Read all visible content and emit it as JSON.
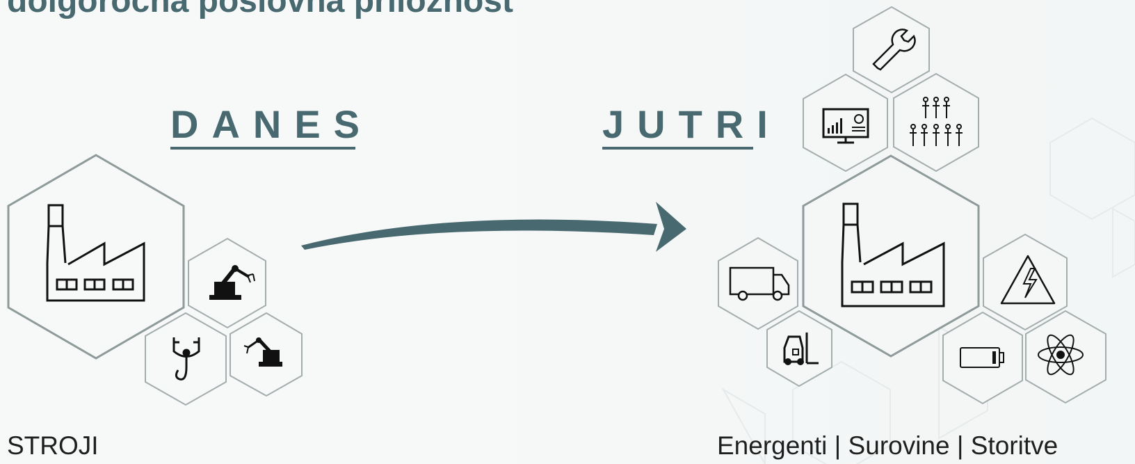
{
  "headline": "dolgoročna poslovna priložnost",
  "left": {
    "heading": "DANES",
    "caption": "STROJI"
  },
  "right": {
    "heading": "JUTRI",
    "caption": "Energenti | Surovine | Storitve"
  },
  "colors": {
    "accent": "#47696f",
    "hex_stroke": "#9aa3a3",
    "text": "#1f1f1f"
  },
  "icons": {
    "left": [
      "factory-icon",
      "robot-arm-icon",
      "crane-hook-icon",
      "robot-arm-icon"
    ],
    "right": [
      "factory-icon",
      "wrench-icon",
      "dashboard-monitor-icon",
      "people-group-icon",
      "delivery-truck-icon",
      "forklift-icon",
      "high-voltage-icon",
      "battery-icon",
      "atom-icon"
    ]
  }
}
